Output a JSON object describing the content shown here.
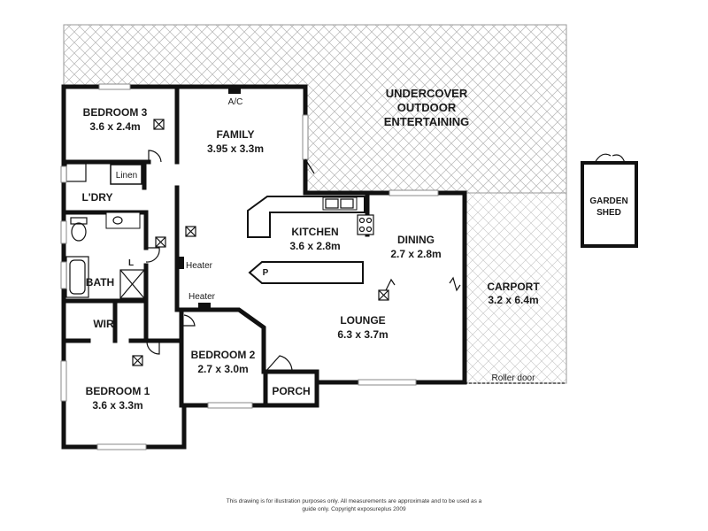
{
  "outdoor": {
    "entertaining": [
      "UNDERCOVER",
      "OUTDOOR",
      "ENTERTAINING"
    ],
    "carport_name": "CARPORT",
    "carport_size": "3.2 x 6.4m",
    "roller_door": "Roller door",
    "shed": [
      "GARDEN",
      "SHED"
    ]
  },
  "rooms": {
    "bedroom3_name": "BEDROOM 3",
    "bedroom3_size": "3.6 x 2.4m",
    "family_name": "FAMILY",
    "family_size": "3.95 x 3.3m",
    "kitchen_name": "KITCHEN",
    "kitchen_size": "3.6 x 2.8m",
    "dining_name": "DINING",
    "dining_size": "2.7 x 2.8m",
    "lounge_name": "LOUNGE",
    "lounge_size": "6.3 x 3.7m",
    "bedroom2_name": "BEDROOM 2",
    "bedroom2_size": "2.7 x 3.0m",
    "bedroom1_name": "BEDROOM 1",
    "bedroom1_size": "3.6 x 3.3m",
    "laundry": "L'DRY",
    "linen": "Linen",
    "bath": "BATH",
    "wir": "WIR",
    "porch": "PORCH",
    "toilet": "L",
    "pantry": "P"
  },
  "fixtures": {
    "ac": "A/C",
    "heater_family": "Heater",
    "heater_hall": "Heater"
  },
  "disclaimer": {
    "line1": "This drawing is for illustration purposes only. All measurements are approximate and to be used as a",
    "line2": "guide only. Copyright exposureplus 2009"
  }
}
